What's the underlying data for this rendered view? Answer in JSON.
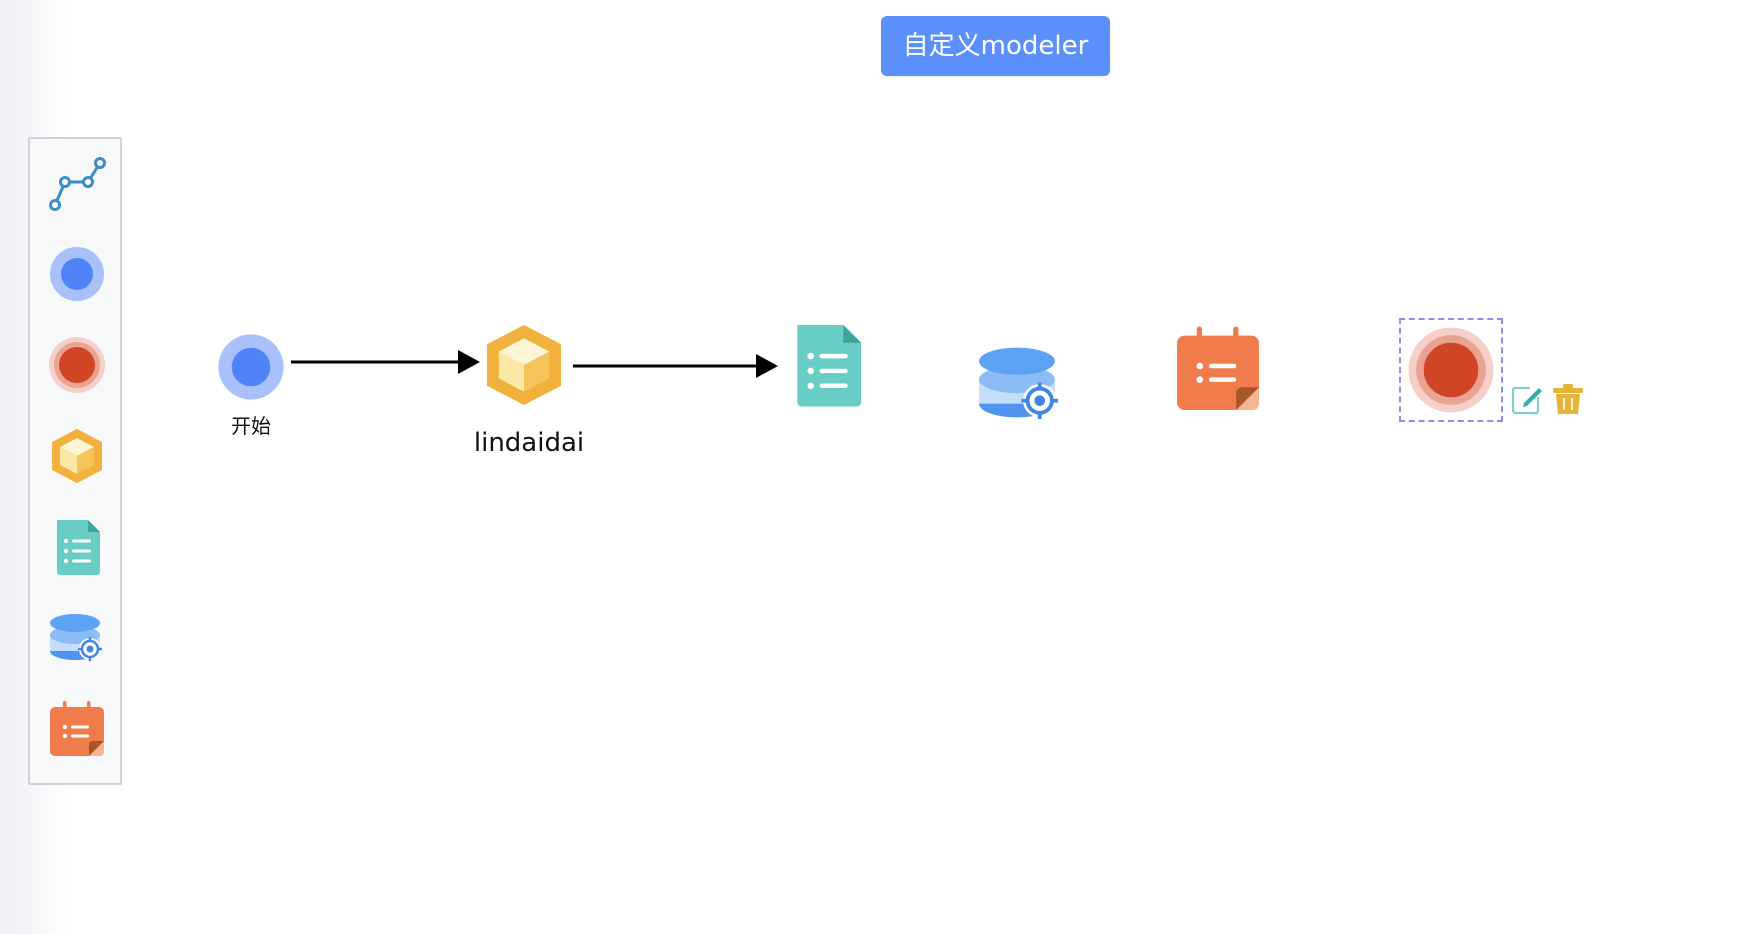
{
  "header": {
    "title_button": "自定义modeler"
  },
  "palette": {
    "items": [
      {
        "icon": "connection-icon"
      },
      {
        "icon": "start-event-icon"
      },
      {
        "icon": "end-event-icon"
      },
      {
        "icon": "cube-task-icon"
      },
      {
        "icon": "document-task-icon"
      },
      {
        "icon": "database-task-icon"
      },
      {
        "icon": "calendar-task-icon"
      }
    ]
  },
  "canvas": {
    "nodes": [
      {
        "id": "start",
        "icon": "start-event-icon",
        "label": "开始"
      },
      {
        "id": "task1",
        "icon": "cube-task-icon",
        "label": "lindaidai"
      },
      {
        "id": "task2",
        "icon": "document-task-icon"
      },
      {
        "id": "task3",
        "icon": "database-task-icon"
      },
      {
        "id": "task4",
        "icon": "calendar-task-icon"
      },
      {
        "id": "end",
        "icon": "end-event-icon"
      }
    ],
    "context_pad": [
      {
        "icon": "edit-icon"
      },
      {
        "icon": "trash-icon"
      }
    ]
  },
  "colors": {
    "accent": "#5b8ff9",
    "start_fill": "#4f83f8",
    "end_fill": "#d04526",
    "cube": "#f2b13c",
    "document": "#68cdc5",
    "database": "#5da3f5",
    "calendar": "#f07c4c",
    "trash": "#e6b23a"
  }
}
